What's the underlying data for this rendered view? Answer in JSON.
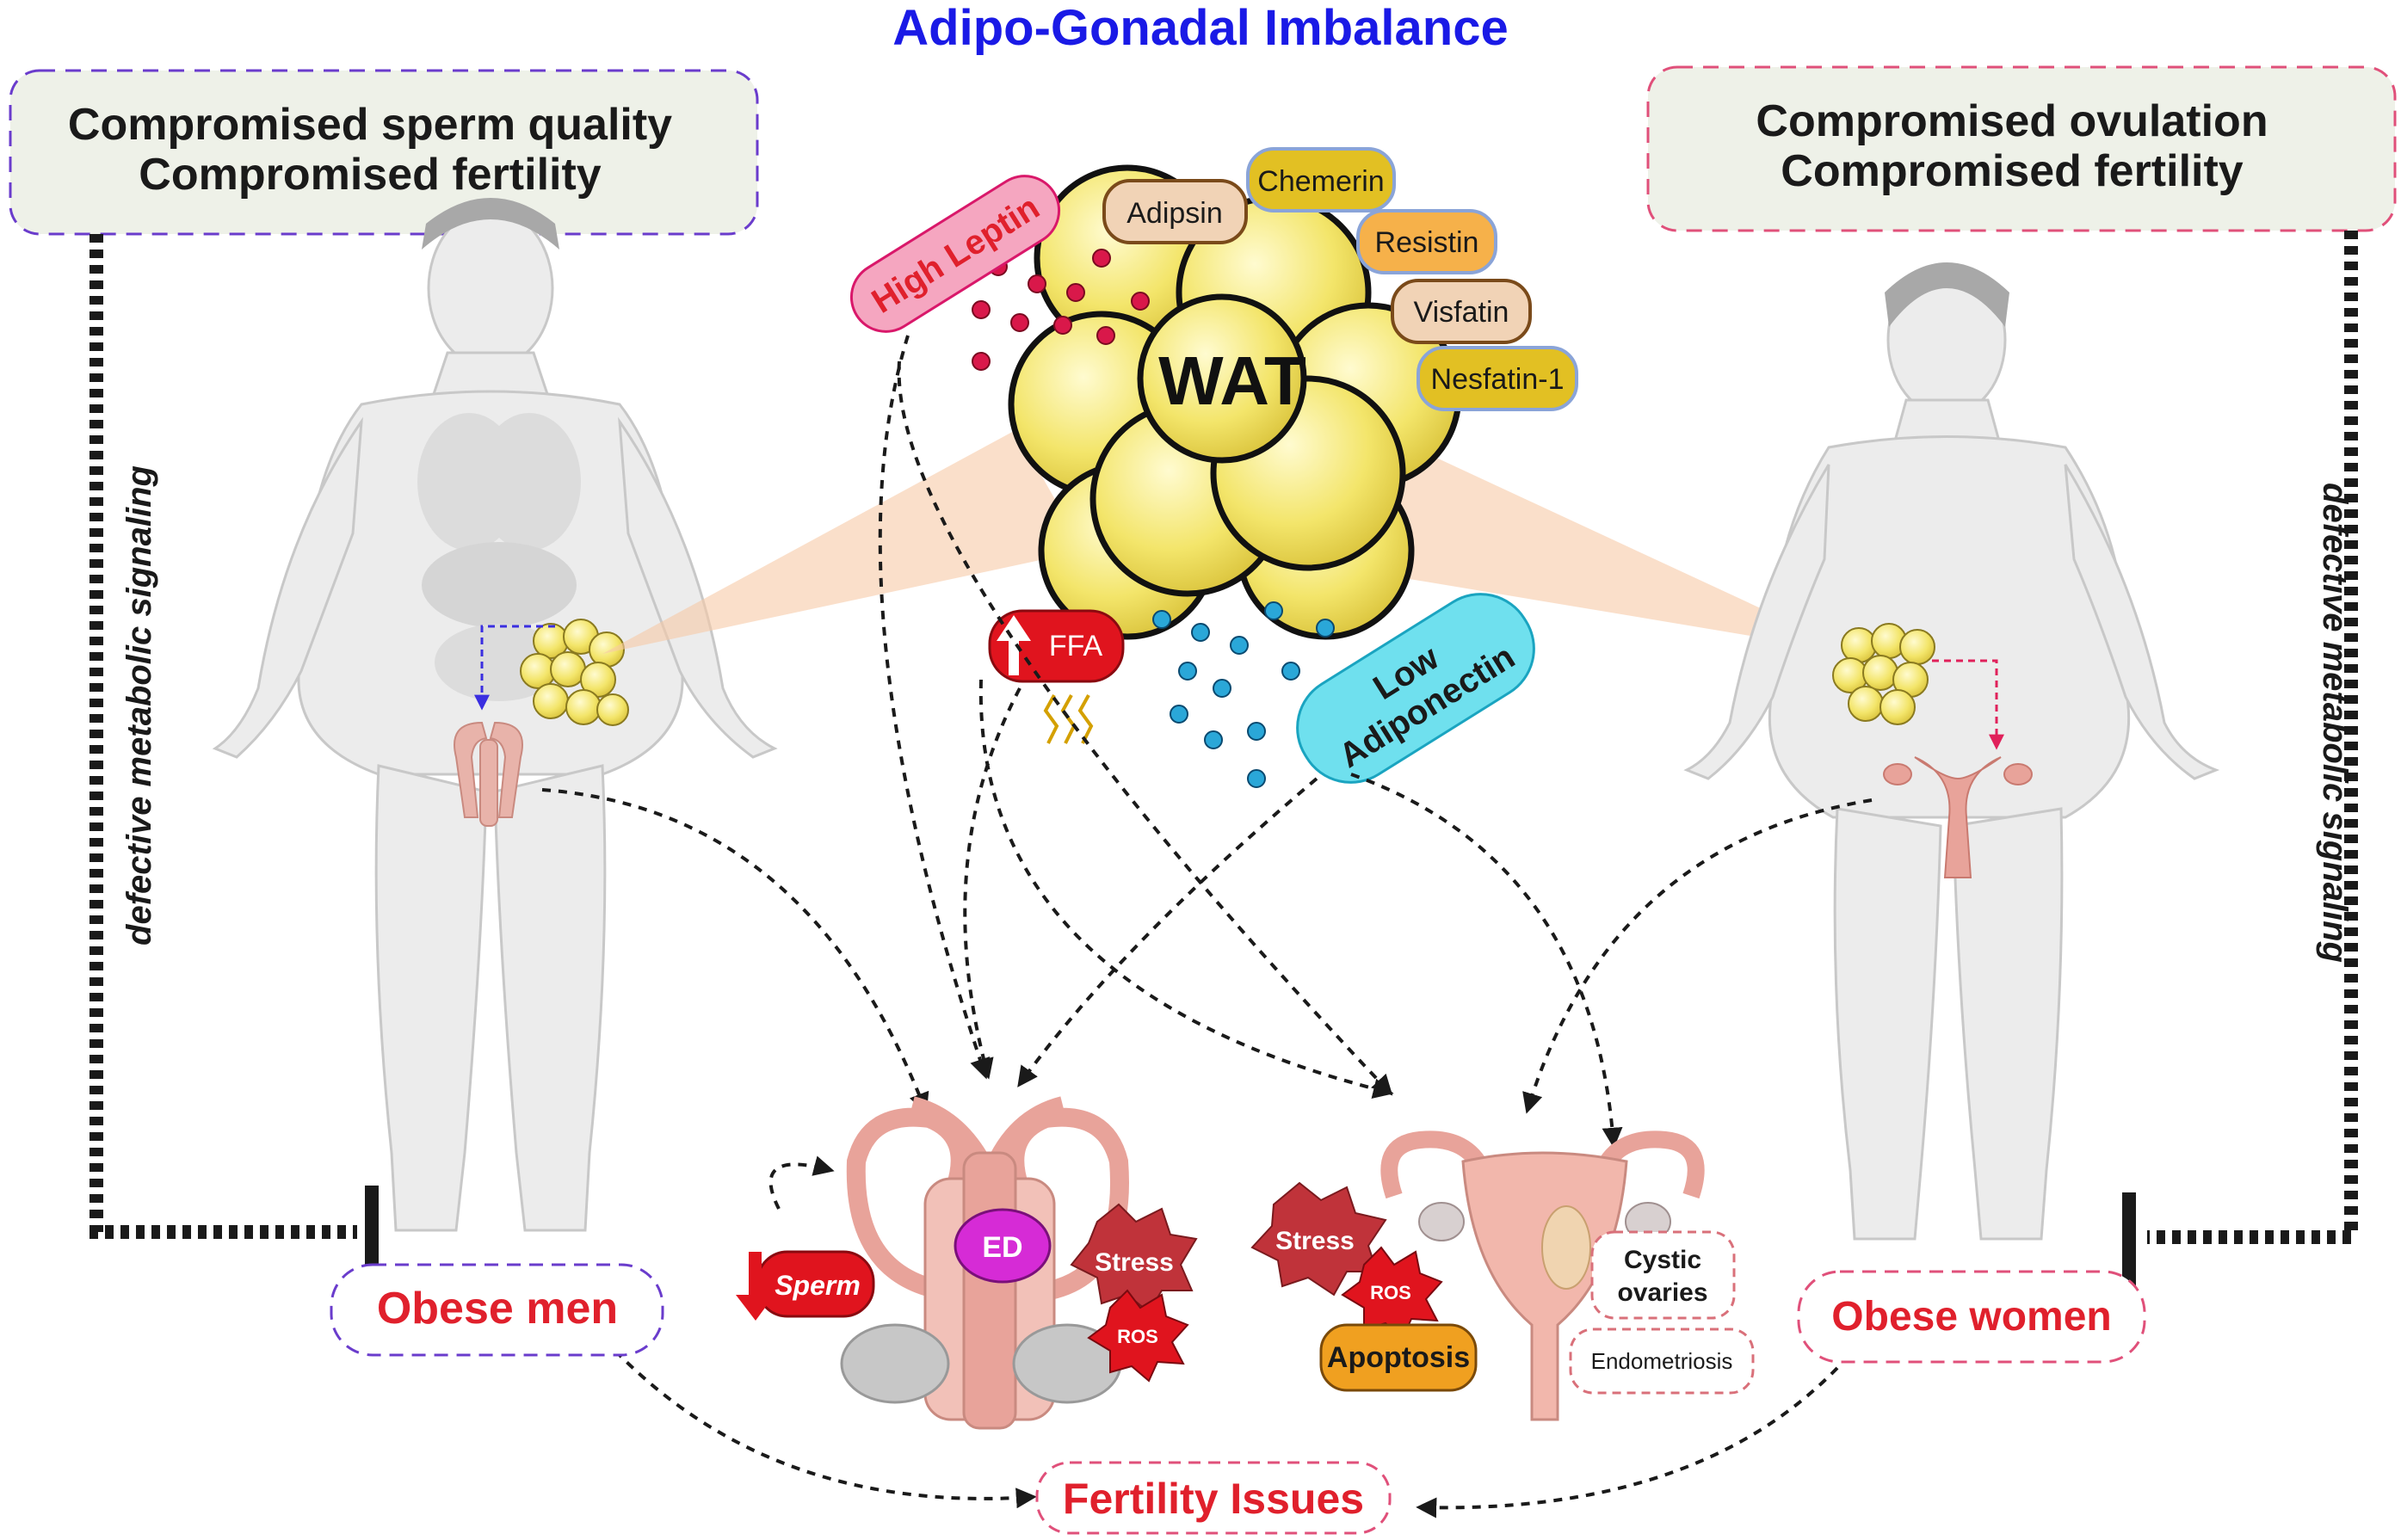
{
  "title": "Adipo-Gonadal Imbalance",
  "men_box": {
    "line1": "Compromised sperm quality",
    "line2": "Compromised fertility"
  },
  "women_box": {
    "line1": "Compromised ovulation",
    "line2": "Compromised fertility"
  },
  "left_signal": "defective metabolic signaling",
  "right_signal": "defective metabolic signaling",
  "wat_label": "WAT",
  "high_leptin": "High Leptin",
  "low_adiponectin": {
    "line1": "Low",
    "line2": "Adiponectin"
  },
  "ffa": "FFA",
  "adipokines": [
    "Chemerin",
    "Adipsin",
    "Resistin",
    "Visfatin",
    "Nesfatin-1"
  ],
  "male_effects": {
    "sperm": "Sperm",
    "ed": "ED",
    "stress": "Stress",
    "ros": "ROS"
  },
  "female_effects": {
    "stress": "Stress",
    "ros": "ROS",
    "apoptosis": "Apoptosis",
    "cystic": "Cystic",
    "ovaries": "ovaries",
    "endometriosis": "Endometriosis"
  },
  "obese_men": "Obese men",
  "obese_women": "Obese women",
  "fertility_issues": "Fertility Issues",
  "colors": {
    "title": "#1a1ae6",
    "red_text": "#e0202c",
    "dark": "#1a1a1a",
    "fat_yellow": "#f3e56a",
    "leptin_pink": "#f5a6c0",
    "adipo_cyan": "#6fe0ee",
    "ffa_red": "#e0141e",
    "ed_magenta": "#d62bd6",
    "stress_red": "#c0333a",
    "apoptosis_orange": "#f0a020",
    "organ_pink": "#e8a39a"
  }
}
